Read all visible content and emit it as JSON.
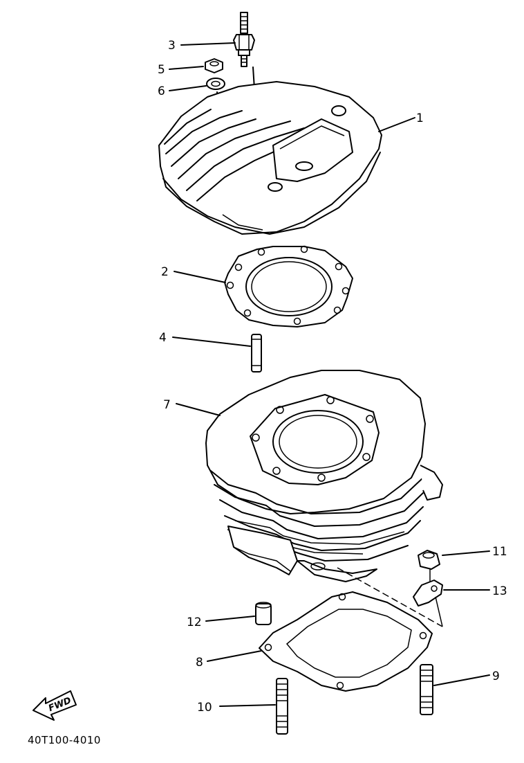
{
  "diagram": {
    "part_labels": {
      "p1": "1",
      "p2": "2",
      "p3": "3",
      "p4": "4",
      "p5": "5",
      "p6": "6",
      "p7": "7",
      "p8": "8",
      "p9": "9",
      "p10": "10",
      "p11": "11",
      "p12": "12",
      "p13": "13"
    },
    "fwd_label": "FWD",
    "drawing_code": "40T100-4010"
  }
}
